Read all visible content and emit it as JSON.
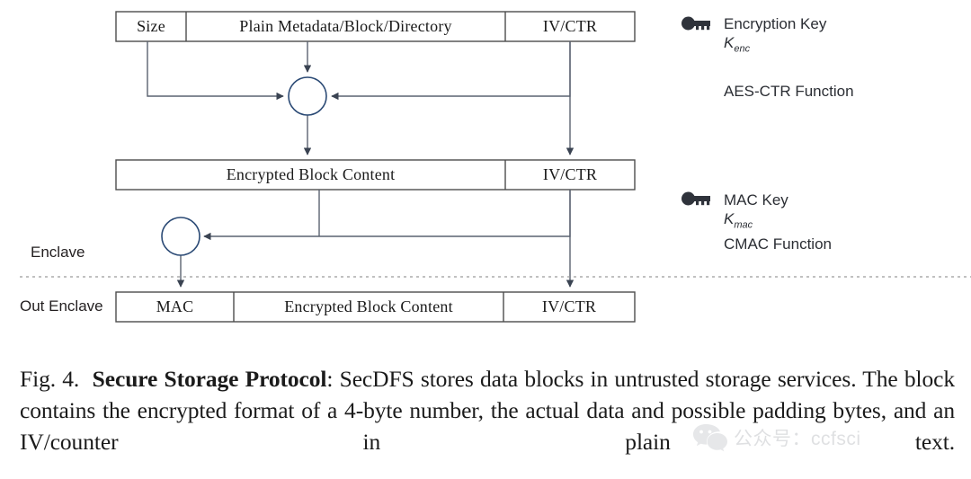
{
  "figure": {
    "rows": {
      "top": [
        {
          "id": "size",
          "label": "Size"
        },
        {
          "id": "plain",
          "label": "Plain Metadata/Block/Directory"
        },
        {
          "id": "ivctr-top",
          "label": "IV/CTR"
        }
      ],
      "middle": [
        {
          "id": "encrypted-mid",
          "label": "Encrypted Block Content"
        },
        {
          "id": "ivctr-mid",
          "label": "IV/CTR"
        }
      ],
      "bottom": [
        {
          "id": "mac",
          "label": "MAC"
        },
        {
          "id": "encrypted-bottom",
          "label": "Encrypted Block Content"
        },
        {
          "id": "ivctr-bottom",
          "label": "IV/CTR"
        }
      ]
    },
    "zones": {
      "inside": "Enclave",
      "outside": "Out Enclave"
    },
    "nodes": {
      "xor": "xor-operator-node",
      "mac": "mac-operator-node"
    }
  },
  "legend": [
    {
      "icon": "key-icon",
      "title": "Encryption Key",
      "subscript_base": "K",
      "subscript": "enc",
      "function": "AES-CTR Function"
    },
    {
      "icon": "key-icon",
      "title": "MAC Key",
      "subscript_base": "K",
      "subscript": "mac",
      "function": "CMAC Function"
    }
  ],
  "caption": {
    "figure_number": "Fig. 4.",
    "bold_title": "Secure Storage Protocol",
    "body": ": SecDFS stores data blocks in untrusted storage services. The block contains the encrypted format of a 4-byte number, the actual data and possible padding bytes, and an IV/counter in plain text."
  },
  "watermark": {
    "text": "公众号：ccfsci"
  },
  "colors": {
    "box_stroke": "#4d4d4d",
    "line_stroke": "#5a6270",
    "circle_stroke": "#2b4a75",
    "text": "#1a1a1a",
    "legend_text": "#2b2e34",
    "dotted": "#9a9a9a",
    "watermark": "#b9bcc0"
  }
}
